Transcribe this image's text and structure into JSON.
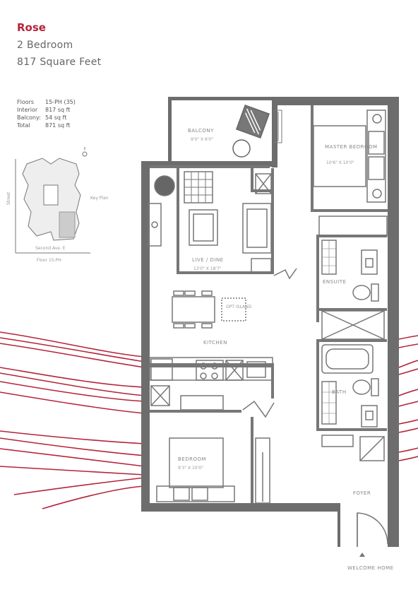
{
  "unit": {
    "name": "Rose",
    "bedrooms": "2 Bedroom",
    "area": "817 Square Feet"
  },
  "specs": [
    {
      "label": "Floors",
      "value": "15-PH (35)"
    },
    {
      "label": "Interior",
      "value": "817 sq ft"
    },
    {
      "label": "Balcony:",
      "value": "54 sq ft"
    },
    {
      "label": "Total",
      "value": "871 sq ft"
    }
  ],
  "keyplan": {
    "left_street": "Street",
    "bottom_street": "Second Ave. E",
    "bottom_caption": "Floor 15-PH",
    "side_note": "Key Plan"
  },
  "rooms": {
    "balcony": {
      "name": "BALCONY",
      "dim": "9'0\" X 6'0\""
    },
    "master": {
      "name": "MASTER BEDROOM",
      "dim": "10'6\" X 10'0\""
    },
    "live_dine": {
      "name": "LIVE / DINE",
      "dim": "13'0\" X 18'7\""
    },
    "ensuite": {
      "name": "ENSUITE"
    },
    "opt_island": {
      "name": "OPT ISLAND"
    },
    "kitchen": {
      "name": "KITCHEN"
    },
    "bath": {
      "name": "BATH"
    },
    "bedroom": {
      "name": "BEDROOM",
      "dim": "9'3\" X 10'0\""
    },
    "foyer": {
      "name": "FOYER"
    },
    "welcome": {
      "name": "WELCOME HOME"
    }
  },
  "colors": {
    "accent": "#b5243a",
    "wall": "#6d6d6d",
    "fixture": "#777777"
  }
}
